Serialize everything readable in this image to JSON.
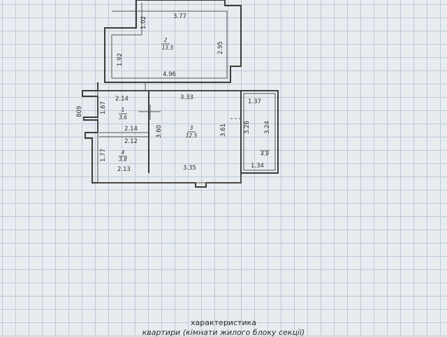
{
  "plan": {
    "dimensions": {
      "d_377": "3.77",
      "d_102": "1.02",
      "d_295": "2.95",
      "d_192": "1.92",
      "d_496": "4.96",
      "d_214a": "2.14",
      "d_333": "3.33",
      "d_137": "1.37",
      "d_809": "809",
      "d_167": "1.67",
      "d_214b": "2.14",
      "d_360": "3.60",
      "d_361": "3.61",
      "d_326": "3.26",
      "d_324": "3.24",
      "d_212": "2.12",
      "d_177": "1.77",
      "d_213": "2.13",
      "d_335": "3.35",
      "d_134": "1.34"
    },
    "rooms": [
      {
        "number": "2",
        "area": "13.5"
      },
      {
        "number": "1",
        "area": "3.6"
      },
      {
        "number": "3",
        "area": "12.5"
      },
      {
        "number": "4",
        "area": "3.8"
      },
      {
        "number": "",
        "area": "4.9"
      }
    ]
  },
  "caption": {
    "title": "характеристика",
    "subtitle": "квартири (кімнати жилого блоку секції)"
  }
}
